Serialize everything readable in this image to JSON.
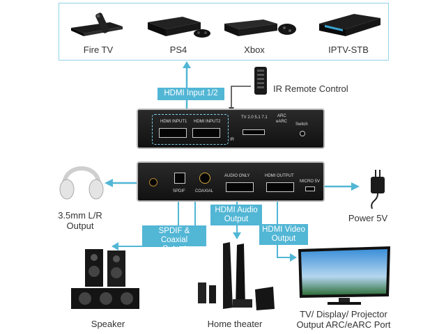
{
  "sources": [
    {
      "name": "Fire TV"
    },
    {
      "name": "PS4"
    },
    {
      "name": "Xbox"
    },
    {
      "name": "IPTV-STB"
    }
  ],
  "tags": {
    "hdmi_input": "HDMI Input 1/2",
    "ir_remote": "IR Remote Control",
    "hdmi_audio": "HDMI Audio\nOutput",
    "spdif_coaxial": "SPDIF & Coaxial\nOutput",
    "hdmi_video": "HDMI Video\nOutput"
  },
  "outputs": {
    "headphone": "3.5mm L/R\nOutput",
    "power": "Power 5V",
    "speaker": "Speaker",
    "home_theater": "Home theater",
    "tv": "TV/ Display/ Projector\nOutput ARC/eARC Port"
  },
  "front_panel": {
    "hdmi_input1": "HDMI INPUT1",
    "hdmi_input2": "HDMI INPUT2",
    "tv_modes": "TV 2.0 5.1 7.1",
    "arc": "ARC",
    "earc": "eARC",
    "switch": "Switch",
    "ir": "IR"
  },
  "back_panel": {
    "spdif": "SPDIF",
    "coaxial": "COAXIAL",
    "audio_only": "AUDIO ONLY",
    "hdmi_output": "HDMI OUTPUT",
    "micro5v": "MICRO 5V"
  },
  "colors": {
    "accent": "#52b6d5",
    "panel_border": "#8fd3e8"
  }
}
